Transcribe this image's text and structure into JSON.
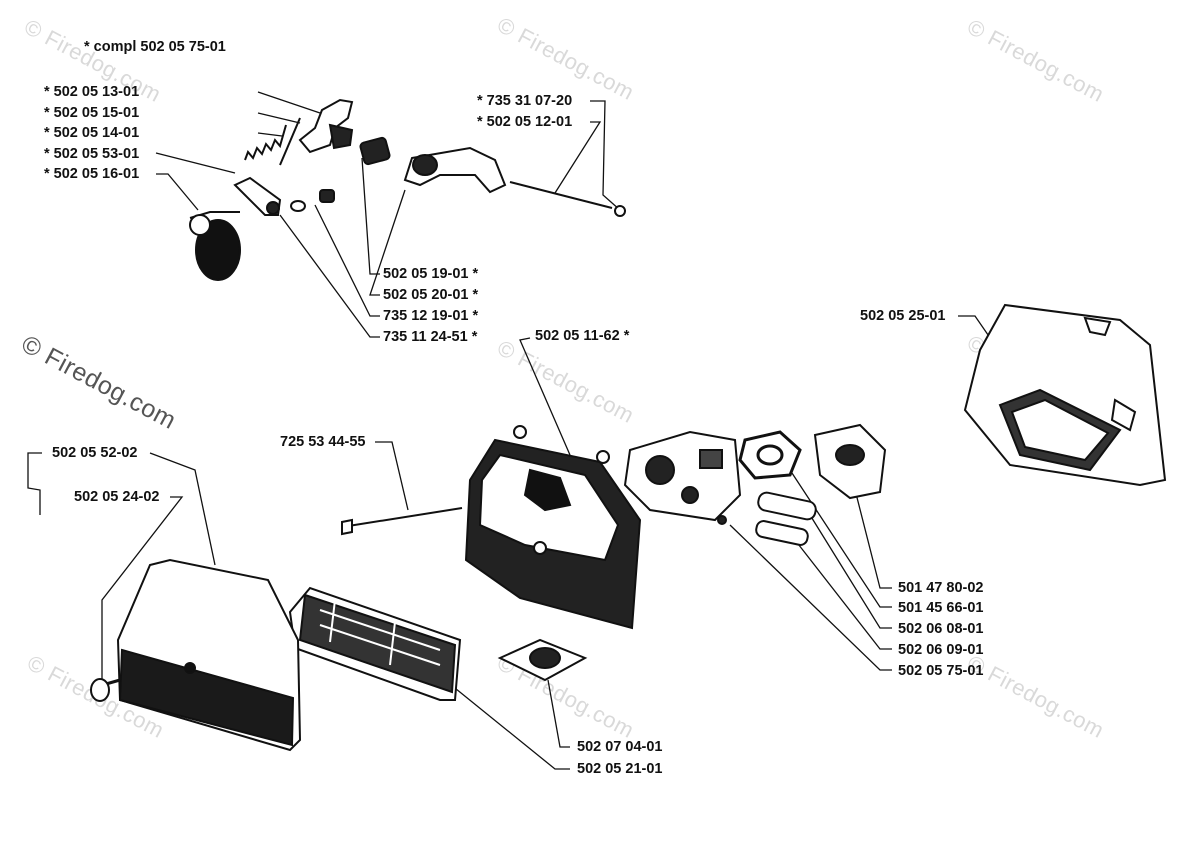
{
  "header_note": "*  compl 502 05 75-01",
  "watermark": "© Firedog.com",
  "labels": {
    "p_502_05_13_01": "*  502 05 13-01",
    "p_502_05_15_01": "*  502 05 15-01",
    "p_502_05_14_01": "*  502 05 14-01",
    "p_502_05_53_01": "*  502 05 53-01",
    "p_502_05_16_01": "*  502 05 16-01",
    "p_735_31_07_20": "*  735 31 07-20",
    "p_502_05_12_01": "*  502 05 12-01",
    "p_502_05_19_01": "502 05 19-01  *",
    "p_502_05_20_01": "502 05 20-01  *",
    "p_735_12_19_01": "735 12 19-01  *",
    "p_735_11_24_51": "735 11 24-51  *",
    "p_502_05_11_62": "502 05 11-62  *",
    "p_502_05_25_01": "502 05 25-01",
    "p_725_53_44_55": "725 53 44-55",
    "p_502_05_52_02": "502 05 52-02",
    "p_502_05_24_02": "502 05 24-02",
    "p_501_47_80_02": "501 47 80-02",
    "p_501_45_66_01": "501 45 66-01",
    "p_502_06_08_01": "502 06 08-01",
    "p_502_06_09_01": "502 06 09-01",
    "p_502_05_75_01": "502 05 75-01",
    "p_502_07_04_01": "502 07 04-01",
    "p_502_05_21_01": "502 05 21-01"
  }
}
